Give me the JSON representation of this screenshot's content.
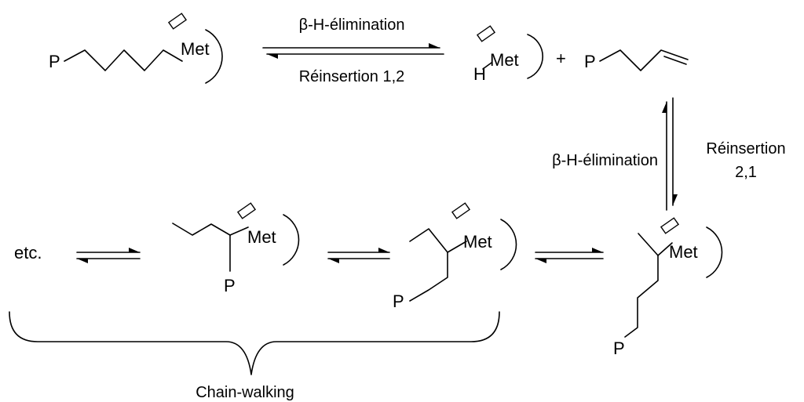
{
  "scheme": {
    "atoms": {
      "polymer": "P",
      "metal": "Met",
      "hydrogen": "H",
      "plus": "+",
      "etc": "etc."
    },
    "steps": {
      "top_forward": "β-H-élimination",
      "top_reverse": "Réinsertion 1,2",
      "right_forward": "β-H-élimination",
      "right_reverse_line1": "Réinsertion",
      "right_reverse_line2": "2,1"
    },
    "brace_label": "Chain-walking"
  }
}
